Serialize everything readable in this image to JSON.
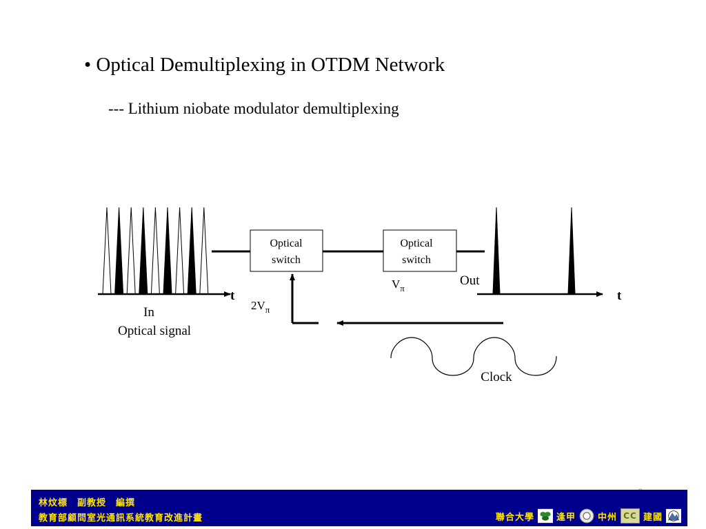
{
  "slide": {
    "title": "• Optical Demultiplexing in OTDM Network",
    "subtitle": "--- Lithium niobate modulator demultiplexing",
    "page_number": "8"
  },
  "diagram": {
    "optical_switch_1": [
      "Optical",
      "switch"
    ],
    "optical_switch_2": [
      "Optical",
      "switch"
    ],
    "input_label": "In",
    "input_caption": "Optical signal",
    "output_label": "Out",
    "time_axis_label": "t",
    "bias_voltage": {
      "base": "2V",
      "sub": "π"
    },
    "half_wave_voltage": {
      "base": "V",
      "sub": "π"
    },
    "clock_label": "Clock"
  },
  "footer": {
    "authors": "林炆標　副教授　編撰",
    "program": "教育部顧問室光通訊系統教育改進計畫",
    "partners": [
      "聯合大學",
      "逢甲",
      "中州",
      "建國"
    ],
    "cc_badge": "CC",
    "colors": {
      "bar": "#00008c",
      "text": "#ffe600"
    }
  }
}
